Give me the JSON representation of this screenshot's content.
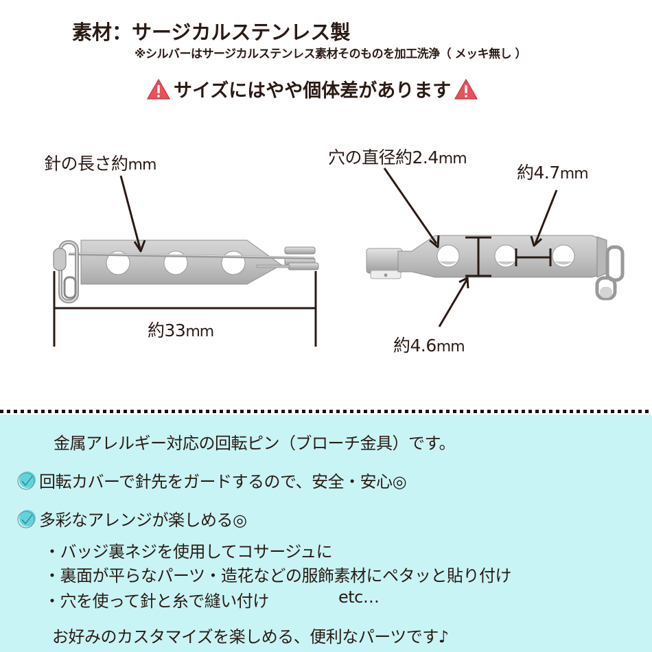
{
  "header": {
    "title": "素材：サージカルステンレス製",
    "subtitle": "※シルバーはサージカルステンレス素材そのものを加工洗浄（ メッキ無し ）",
    "warning": "サイズにはやや個体差があります",
    "warning_icon": "warning-triangle-icon",
    "warning_color": "#e8525a"
  },
  "diagram_left": {
    "needle_label": "針の長さ約",
    "needle_unit": "mm",
    "length_label": "約33",
    "length_unit": "mm"
  },
  "diagram_right": {
    "hole_label": "穴の直径約2.4",
    "hole_unit": "mm",
    "spacing_label": "約4.7",
    "spacing_unit": "mm",
    "width_label": "約4.6",
    "width_unit": "mm"
  },
  "description": {
    "background": "#c9f4f5",
    "intro": "金属アレルギー対応の回転ピン（ブローチ金具）です。",
    "feature_1": "回転カバーで針先をガードするので、安全・安心◎",
    "feature_2": "多彩なアレンジが楽しめる◎",
    "check_icon": "check-circle-icon",
    "uses": [
      "・バッジ裏ネジを使用してコサージュに",
      "・裏面が平らなパーツ・造花などの服飾素材にペタッと貼り付け",
      "・穴を使って針と糸で縫い付け"
    ],
    "etc": "etc…",
    "closing": "お好みのカスタマイズを楽しめる、便利なパーツです♪"
  }
}
